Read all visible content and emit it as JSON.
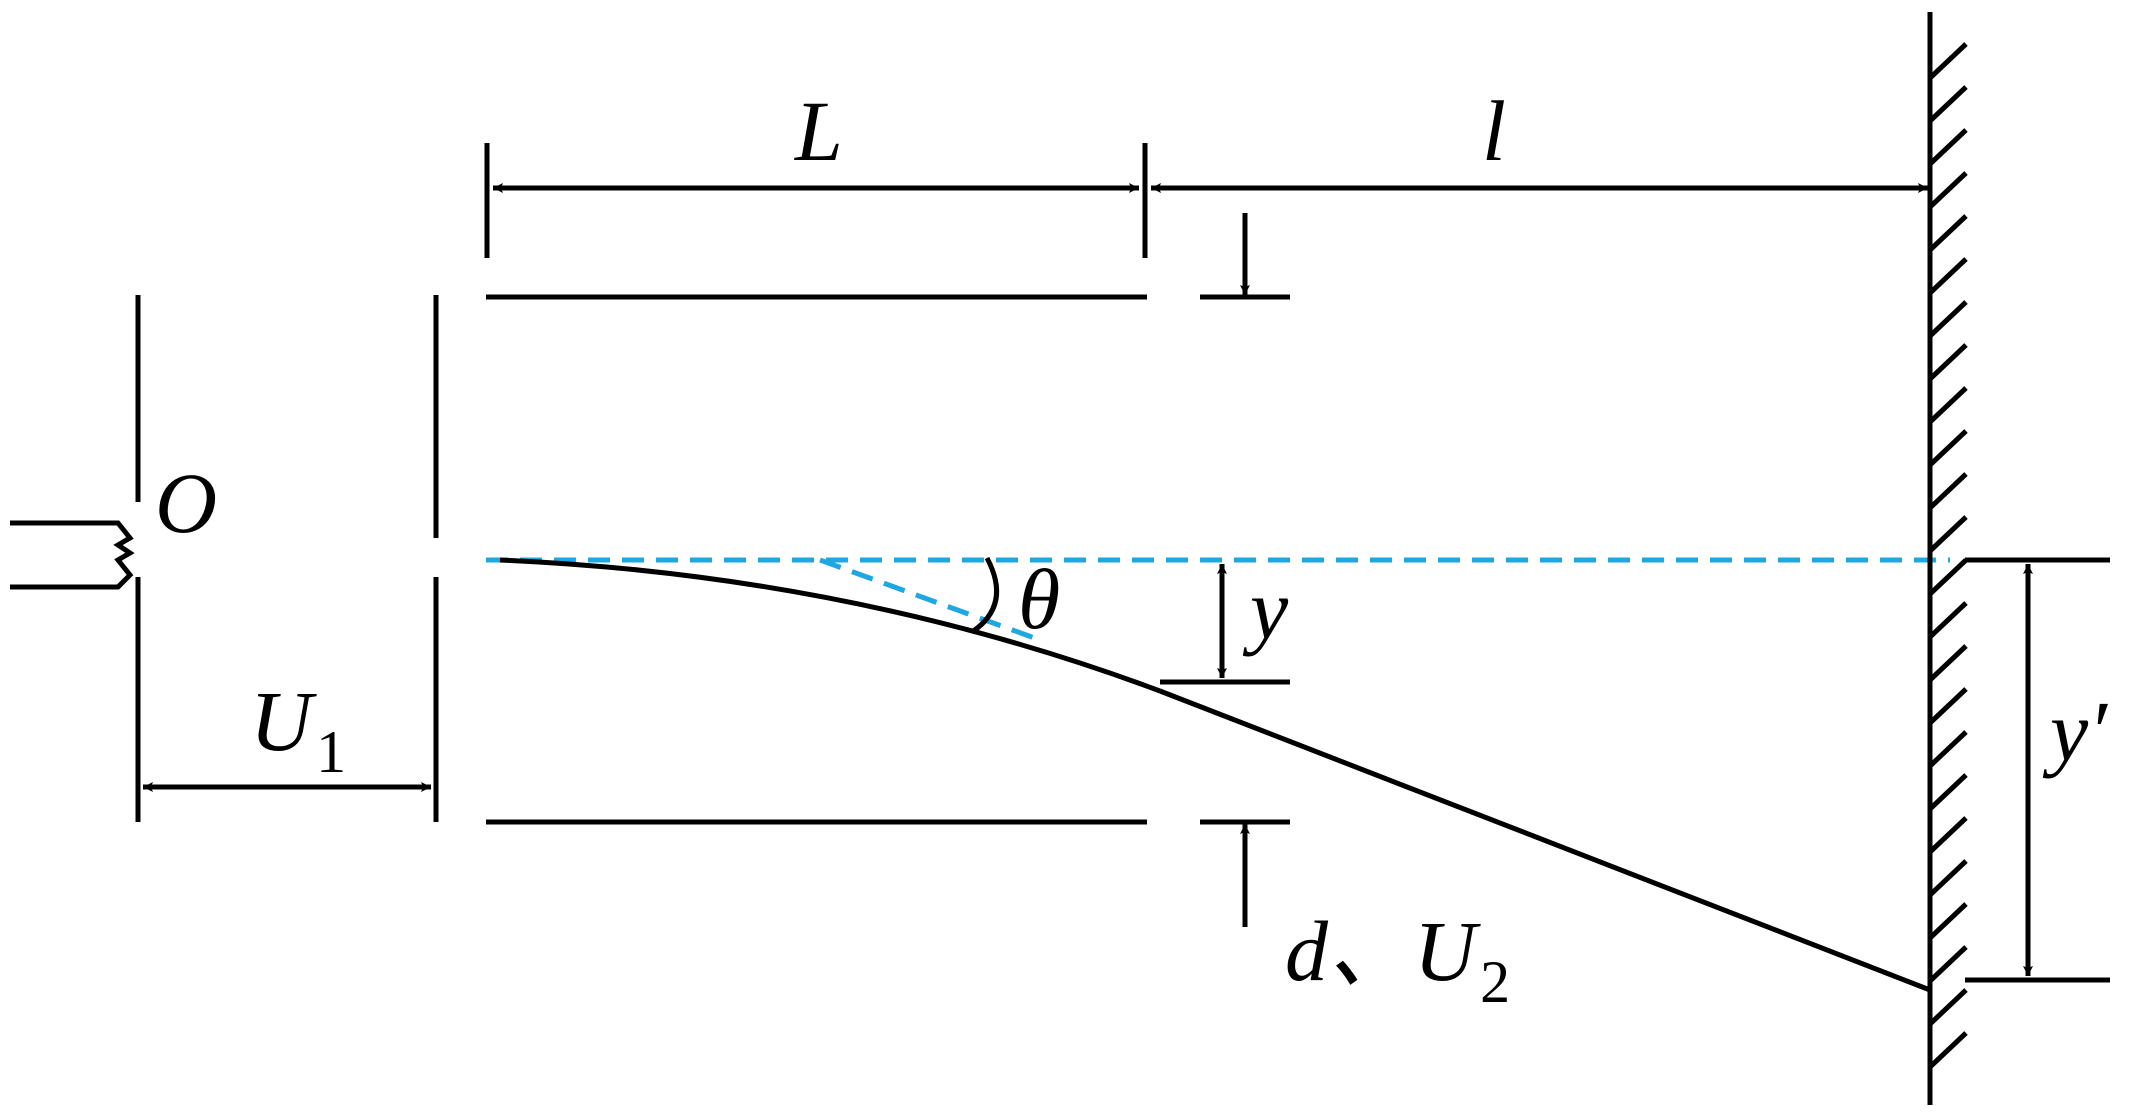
{
  "labels": {
    "source": "O",
    "accel_voltage": "U",
    "accel_voltage_sub": "1",
    "plate_length": "L",
    "drift_length": "l",
    "angle": "θ",
    "deflection": "y",
    "screen_deflection": "y′",
    "plate_params": "d、U",
    "plate_params_sub": "2"
  },
  "colors": {
    "ink": "#000000",
    "axis_dash": "#1ea7e0"
  }
}
